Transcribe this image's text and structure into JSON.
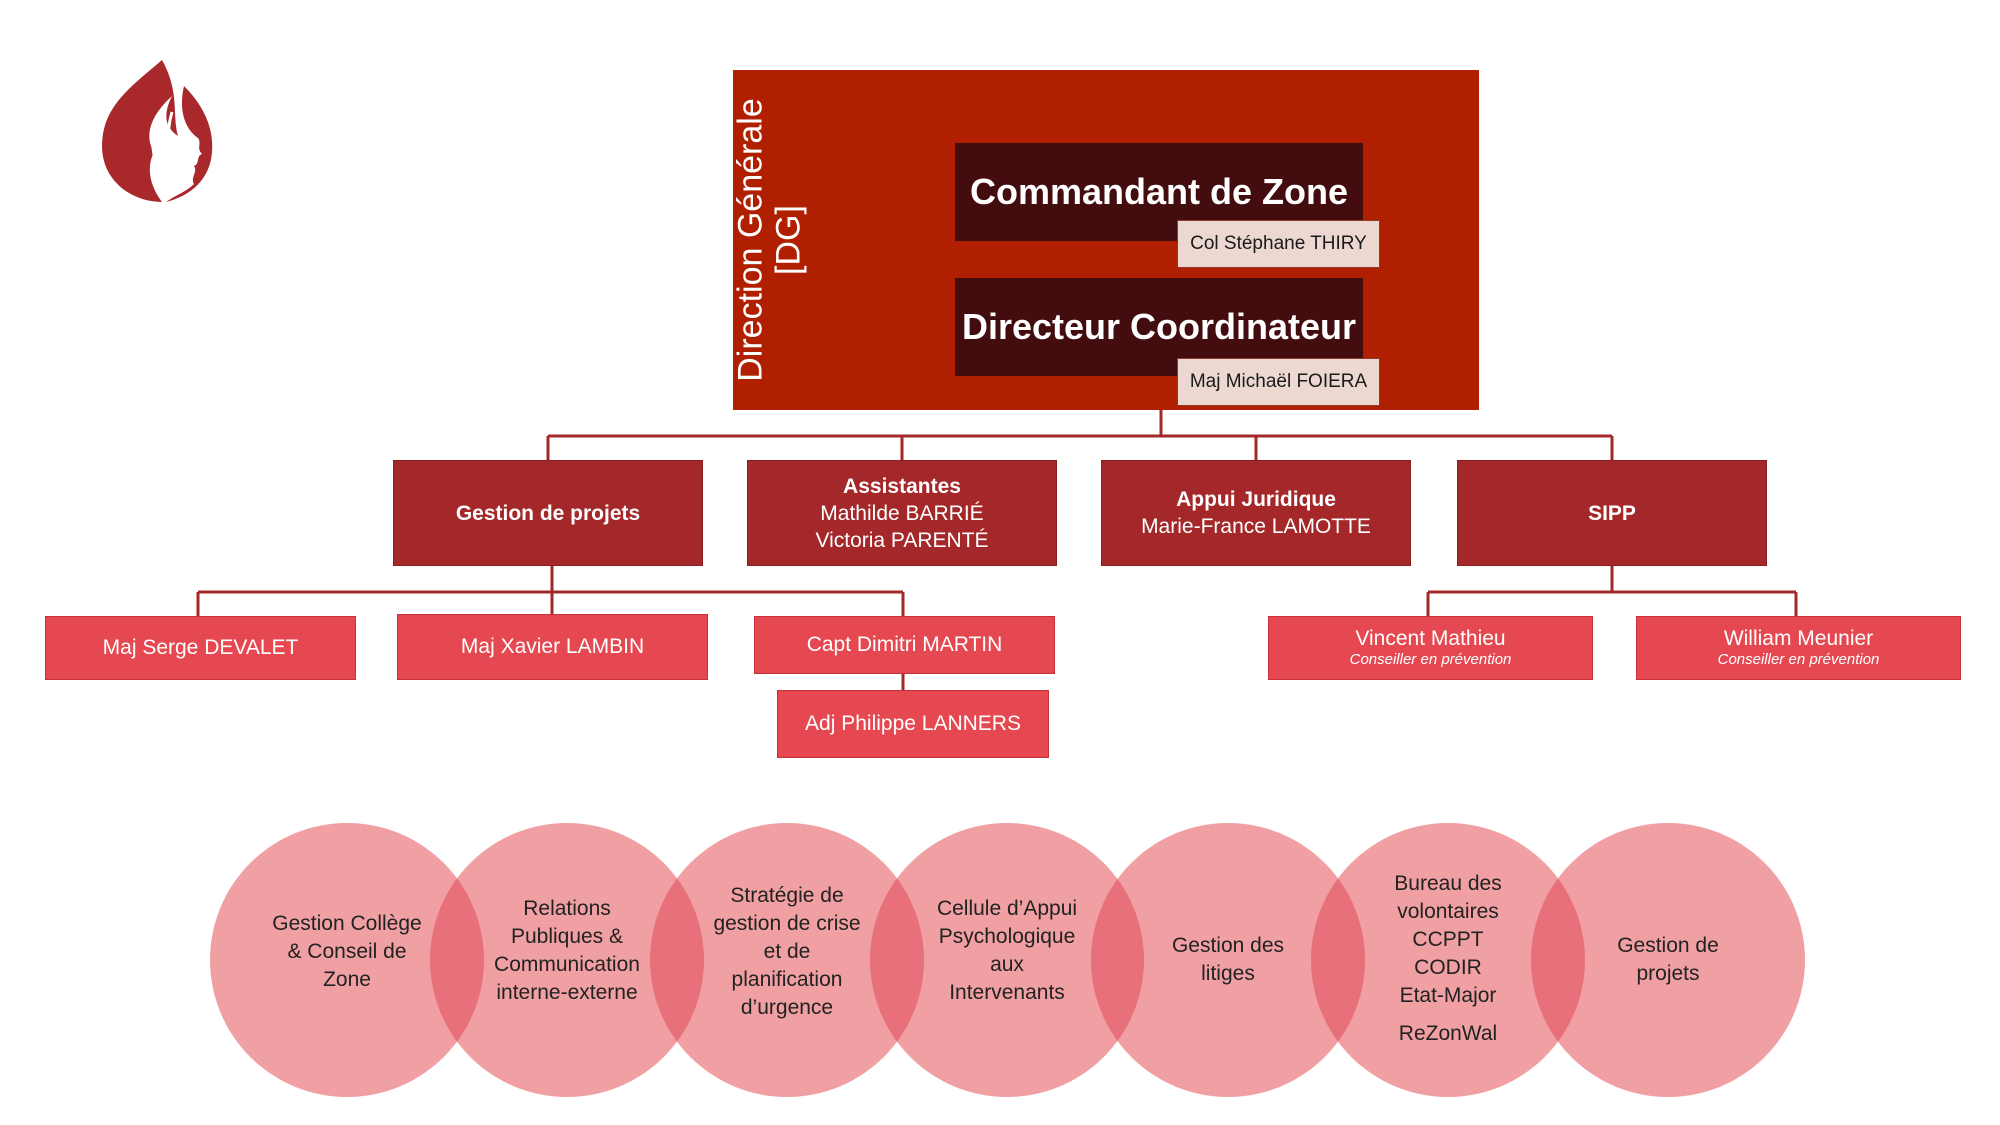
{
  "logo": {
    "icon": "flame-face-logo-icon",
    "color": "#a8282c"
  },
  "direction": {
    "label_line1": "Direction Générale",
    "label_line2": "[DG]",
    "color": "#b02000"
  },
  "commandant": {
    "title": "Commandant de Zone",
    "name": "Col Stéphane THIRY"
  },
  "directeur": {
    "title": "Directeur Coordinateur",
    "name": "Maj Michaël FOIERA"
  },
  "departments": [
    {
      "title": "Gestion de projets",
      "line1": "",
      "line2": ""
    },
    {
      "title": "Assistantes",
      "line1": "Mathilde BARRIÉ",
      "line2": "Victoria PARENTÉ"
    },
    {
      "title": "Appui Juridique",
      "line1": "Marie-France LAMOTTE",
      "line2": ""
    },
    {
      "title": "SIPP",
      "line1": "",
      "line2": ""
    }
  ],
  "projets_staff": [
    {
      "name": "Maj Serge DEVALET"
    },
    {
      "name": "Maj Xavier LAMBIN"
    },
    {
      "name": "Capt Dimitri MARTIN"
    },
    {
      "name": "Adj Philippe LANNERS"
    }
  ],
  "sipp_staff": [
    {
      "name": "Vincent Mathieu",
      "role": "Conseiller en prévention"
    },
    {
      "name": "William Meunier",
      "role": "Conseiller en prévention"
    }
  ],
  "missions": [
    {
      "lines": [
        "Gestion Collège",
        "& Conseil de",
        "Zone"
      ]
    },
    {
      "lines": [
        "Relations",
        "Publiques &",
        "Communication",
        "interne-externe"
      ]
    },
    {
      "lines": [
        "Stratégie de",
        "gestion de crise",
        "et de",
        "planification",
        "d’urgence"
      ]
    },
    {
      "lines": [
        "Cellule d’Appui",
        "Psychologique",
        "aux",
        "Intervenants"
      ]
    },
    {
      "lines": [
        "Gestion des",
        "litiges"
      ]
    },
    {
      "lines": [
        "Bureau des",
        "volontaires",
        "CCPPT",
        "CODIR",
        "Etat-Major",
        "ReZonWal"
      ]
    },
    {
      "lines": [
        "Gestion de",
        "projets"
      ]
    }
  ],
  "colors": {
    "dark": "#430d0f",
    "level2": "#a4282a",
    "level3": "#e54850",
    "connector": "#a4282a",
    "circle_fill": "#f0a0a3",
    "circle_overlap": "#e8707a"
  }
}
